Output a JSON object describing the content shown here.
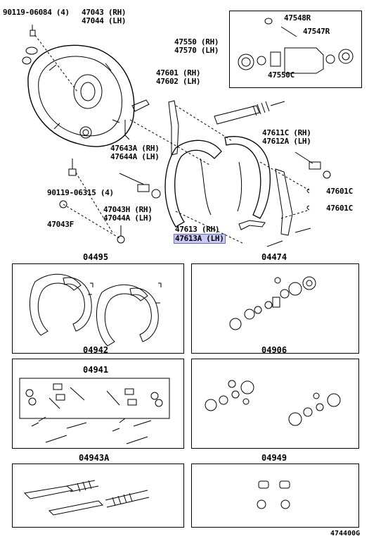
{
  "labels": {
    "p90119_06084": "90119-06084 (4)",
    "p47043": "47043 (RH)",
    "p47044": "47044 (LH)",
    "p47548r": "47548R",
    "p47547r": "47547R",
    "p47550": "47550 (RH)",
    "p47570": "47570 (LH)",
    "p47550c": "47550C",
    "p47601": "47601 (RH)",
    "p47602": "47602 (LH)",
    "p47611c": "47611C (RH)",
    "p47612a": "47612A (LH)",
    "p47643a": "47643A (RH)",
    "p47644a": "47644A (LH)",
    "p90119_06315": "90119-06315 (4)",
    "p47601c_1": "47601C",
    "p47601c_2": "47601C",
    "p47043h": "47043H (RH)",
    "p47044a": "47044A (LH)",
    "p47043f": "47043F",
    "p47613": "47613 (RH)",
    "p47613a": "47613A (LH)"
  },
  "sections": {
    "s04495": "04495",
    "s04474": "04474",
    "s04942": "04942",
    "s04941": "04941",
    "s04906": "04906",
    "s04943a": "04943A",
    "s04949": "04949"
  },
  "diagram_code": "474400G",
  "highlight_color": "#c9c9f2"
}
